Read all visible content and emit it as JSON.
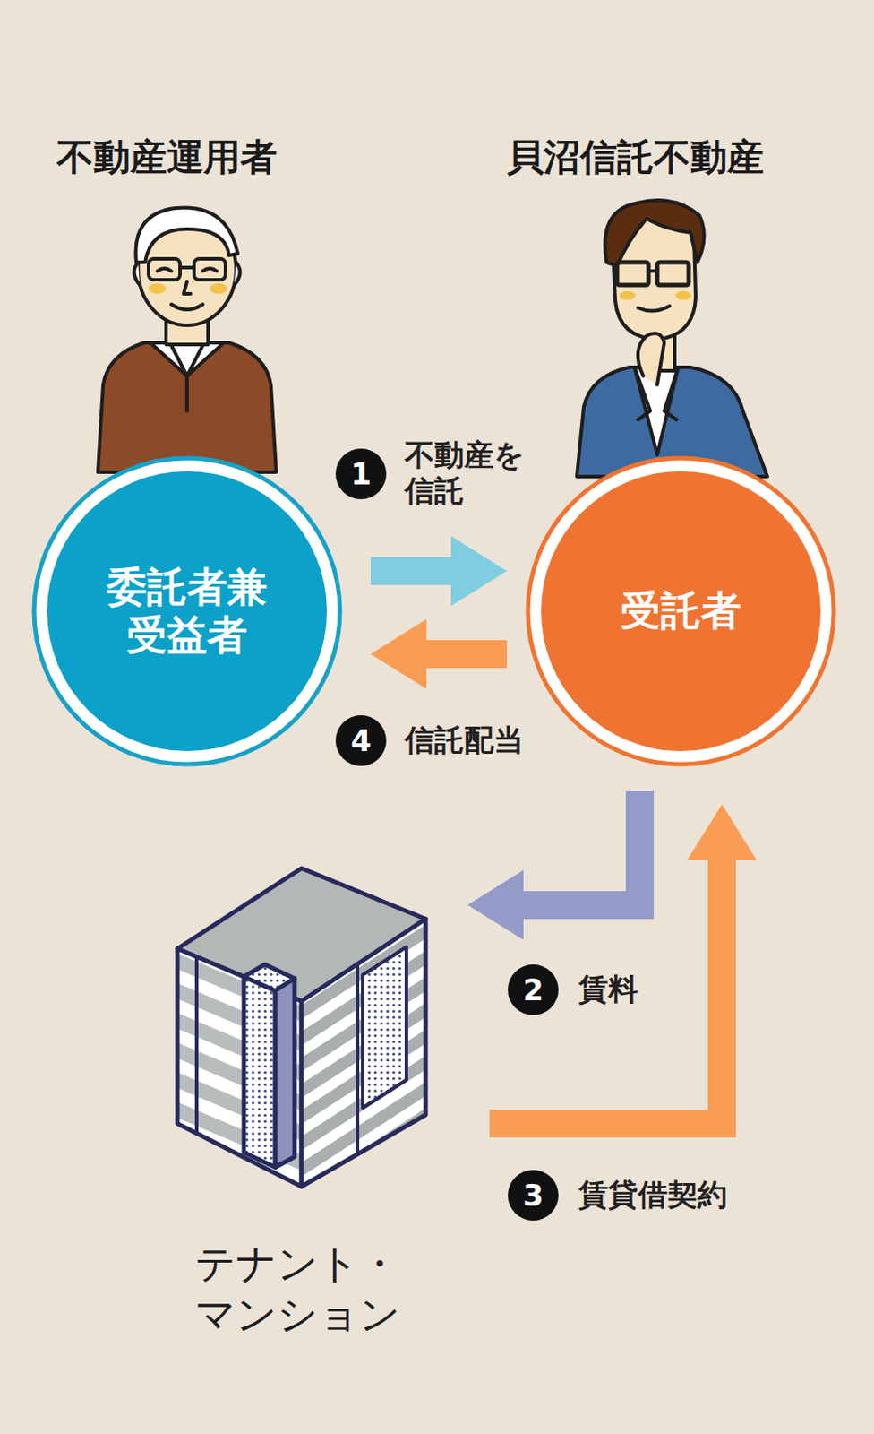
{
  "diagram": {
    "nodes": [
      {
        "text": [
          "委託者兼 受益者"
        ]
      },
      {
        "text": [
          "受託者"
        ]
      },
      {
        "text": [
          "テナント・ マンション"
        ]
      }
    ],
    "edges": [
      {
        "from": 0,
        "to": 1,
        "arrow": "to",
        "label": "不動産を 信託"
      },
      {
        "from": 1,
        "to": 0,
        "arrow": "to",
        "label": "信託配当"
      },
      {
        "from": 1,
        "to": 2,
        "arrow": "to",
        "label": "賃料"
      },
      {
        "from": 2,
        "to": 1,
        "arrow": "to",
        "label": "賃貸借契約"
      }
    ],
    "labels": [
      "不動産運用者",
      "貝沼信託不動産",
      "1",
      "4",
      "2",
      "3"
    ]
  }
}
